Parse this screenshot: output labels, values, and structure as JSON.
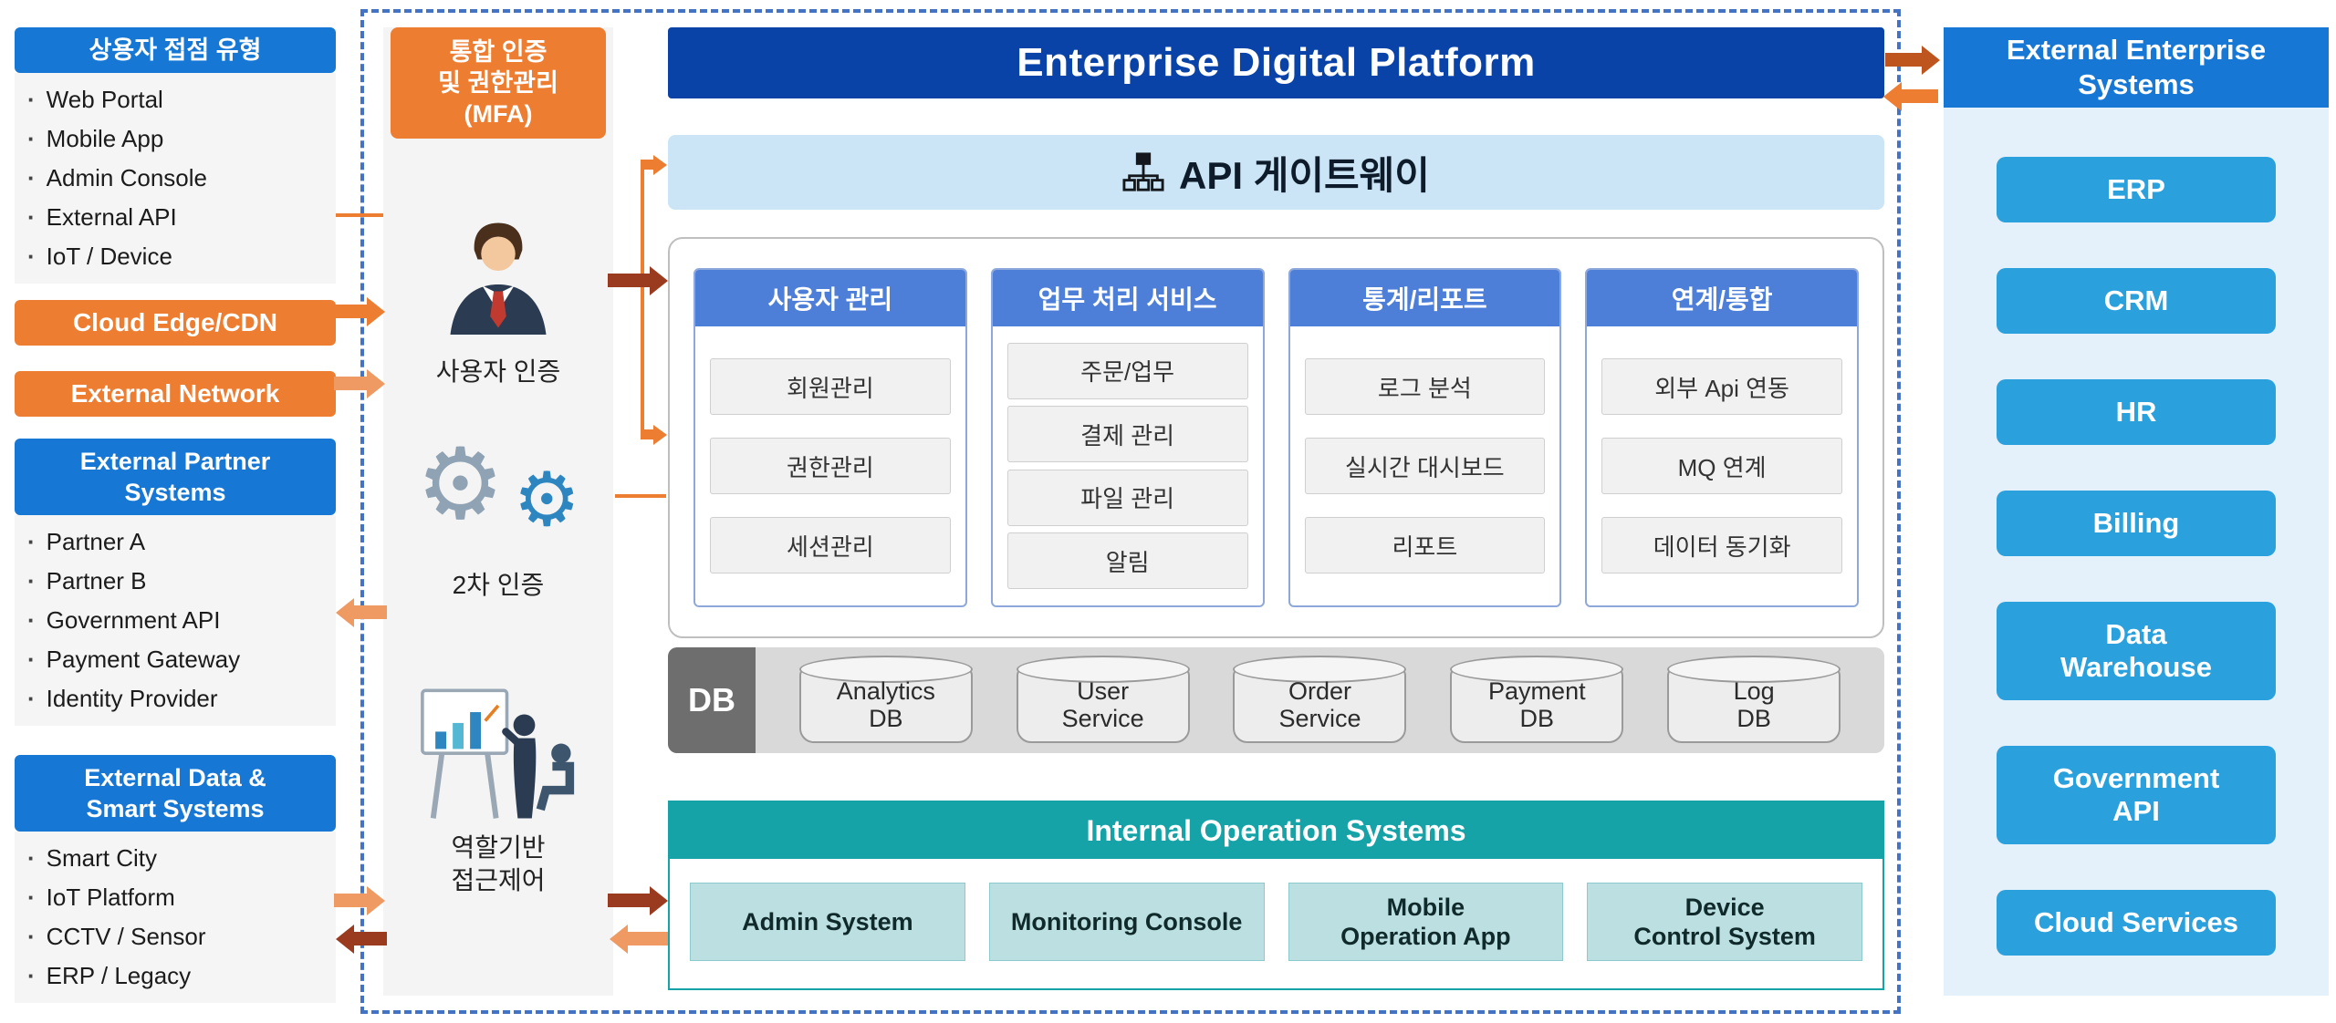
{
  "colors": {
    "blue_header": "#1678D4",
    "orange_accent": "#ED7D31",
    "royal_blue_banner": "#0A43A8",
    "api_band_blue": "#CBE5F6",
    "service_header_blue": "#4E7FD8",
    "teal_accent": "#16A3A8",
    "right_button_blue": "#2AA0DC",
    "arrow_dark": "#9A3B20",
    "arrow_light": "#EE9A62"
  },
  "icons": {
    "api_gateway": "sitemap-icon",
    "user_auth": "businessman-icon",
    "second_auth": "gears-icon",
    "rbac": "presentation-people-icon",
    "list_bullet": "dot-bullet-icon"
  },
  "left_panel": {
    "touchpoints": {
      "title": "상용자 접점 유형",
      "items": [
        "Web Portal",
        "Mobile App",
        "Admin Console",
        "External API",
        "IoT / Device"
      ]
    },
    "cloud_edge": "Cloud Edge/CDN",
    "external_network": "External Network",
    "partners": {
      "title": "External Partner\nSystems",
      "items": [
        "Partner A",
        "Partner B",
        "Government API",
        "Payment Gateway",
        "Identity Provider"
      ]
    },
    "data_smart": {
      "title": "External Data &\nSmart Systems",
      "items": [
        "Smart City",
        "IoT Platform",
        "CCTV / Sensor",
        "ERP / Legacy"
      ]
    }
  },
  "auth_panel": {
    "title": "통합 인증\n및 권한관리\n(MFA)",
    "user_auth_label": "사용자 인증",
    "second_auth_label": "2차 인증",
    "rbac_label": "역할기반\n접근제어"
  },
  "platform": {
    "title": "Enterprise Digital Platform",
    "api_gateway_label": "API 게이트웨이",
    "service_groups": [
      {
        "title": "사용자 관리",
        "items": [
          "회원관리",
          "권한관리",
          "세션관리"
        ]
      },
      {
        "title": "업무 처리 서비스",
        "items": [
          "주문/업무",
          "결제 관리",
          "파일 관리",
          "알림"
        ]
      },
      {
        "title": "통계/리포트",
        "items": [
          "로그 분석",
          "실시간 대시보드",
          "리포트"
        ]
      },
      {
        "title": "연계/통합",
        "items": [
          "외부 Api 연동",
          "MQ 연계",
          "데이터 동기화"
        ]
      }
    ],
    "db": {
      "label": "DB",
      "databases": [
        "Analytics\nDB",
        "User\nService",
        "Order\nService",
        "Payment\nDB",
        "Log\nDB"
      ]
    },
    "internal_ops": {
      "title": "Internal Operation Systems",
      "items": [
        "Admin System",
        "Monitoring Console",
        "Mobile\nOperation App",
        "Device\nControl System"
      ]
    }
  },
  "right_panel": {
    "title": "External Enterprise\nSystems",
    "items": [
      "ERP",
      "CRM",
      "HR",
      "Billing",
      "Data\nWarehouse",
      "Government\nAPI",
      "Cloud Services"
    ]
  }
}
